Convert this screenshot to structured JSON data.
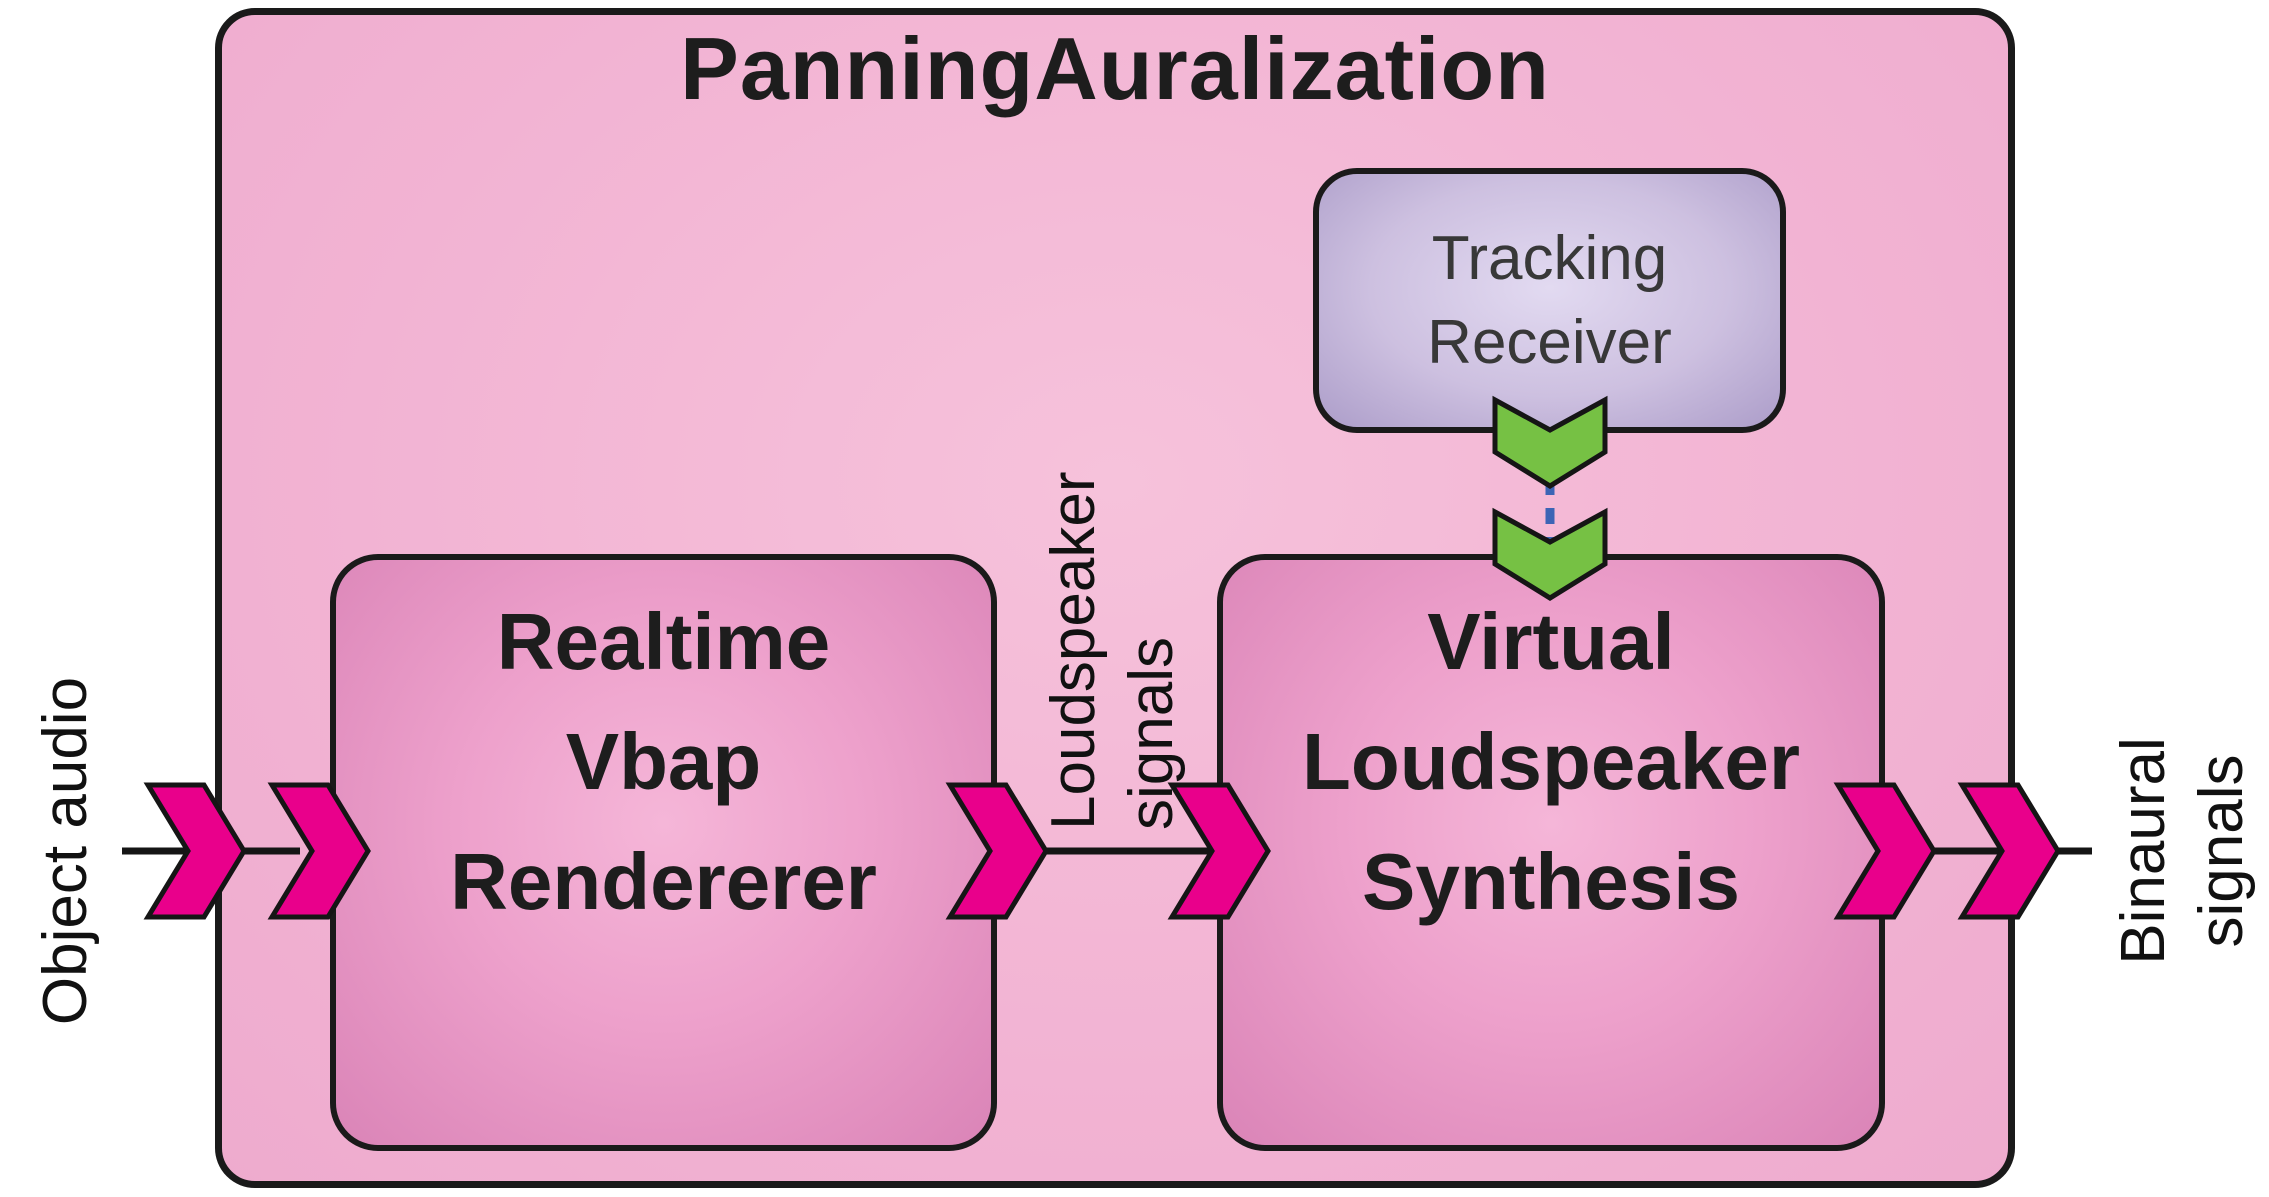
{
  "title": "PanningAuralization",
  "boxes": {
    "tracking": {
      "lines": [
        "Tracking",
        "Receiver"
      ]
    },
    "renderer": {
      "lines": [
        "Realtime",
        "Vbap",
        "Rendererer"
      ]
    },
    "synthesis": {
      "lines": [
        "Virtual",
        "Loudspeaker",
        "Synthesis"
      ]
    }
  },
  "labels": {
    "input": "Object audio",
    "bus": [
      "Loudspeaker",
      "signals"
    ],
    "output": [
      "Binaural",
      "signals"
    ]
  },
  "colors": {
    "outer_fill": "#f2b3d3",
    "module_fill_center": "#f5b6d8",
    "module_fill_edge": "#da84b7",
    "tracking_fill_center": "#e2daf1",
    "tracking_fill_edge": "#ac9dc9",
    "arrow_magenta": "#e9008b",
    "arrow_green": "#76c144",
    "link_blue": "#3c64b5",
    "line_black": "#151515",
    "stroke_dark": "#1a1a1a"
  }
}
